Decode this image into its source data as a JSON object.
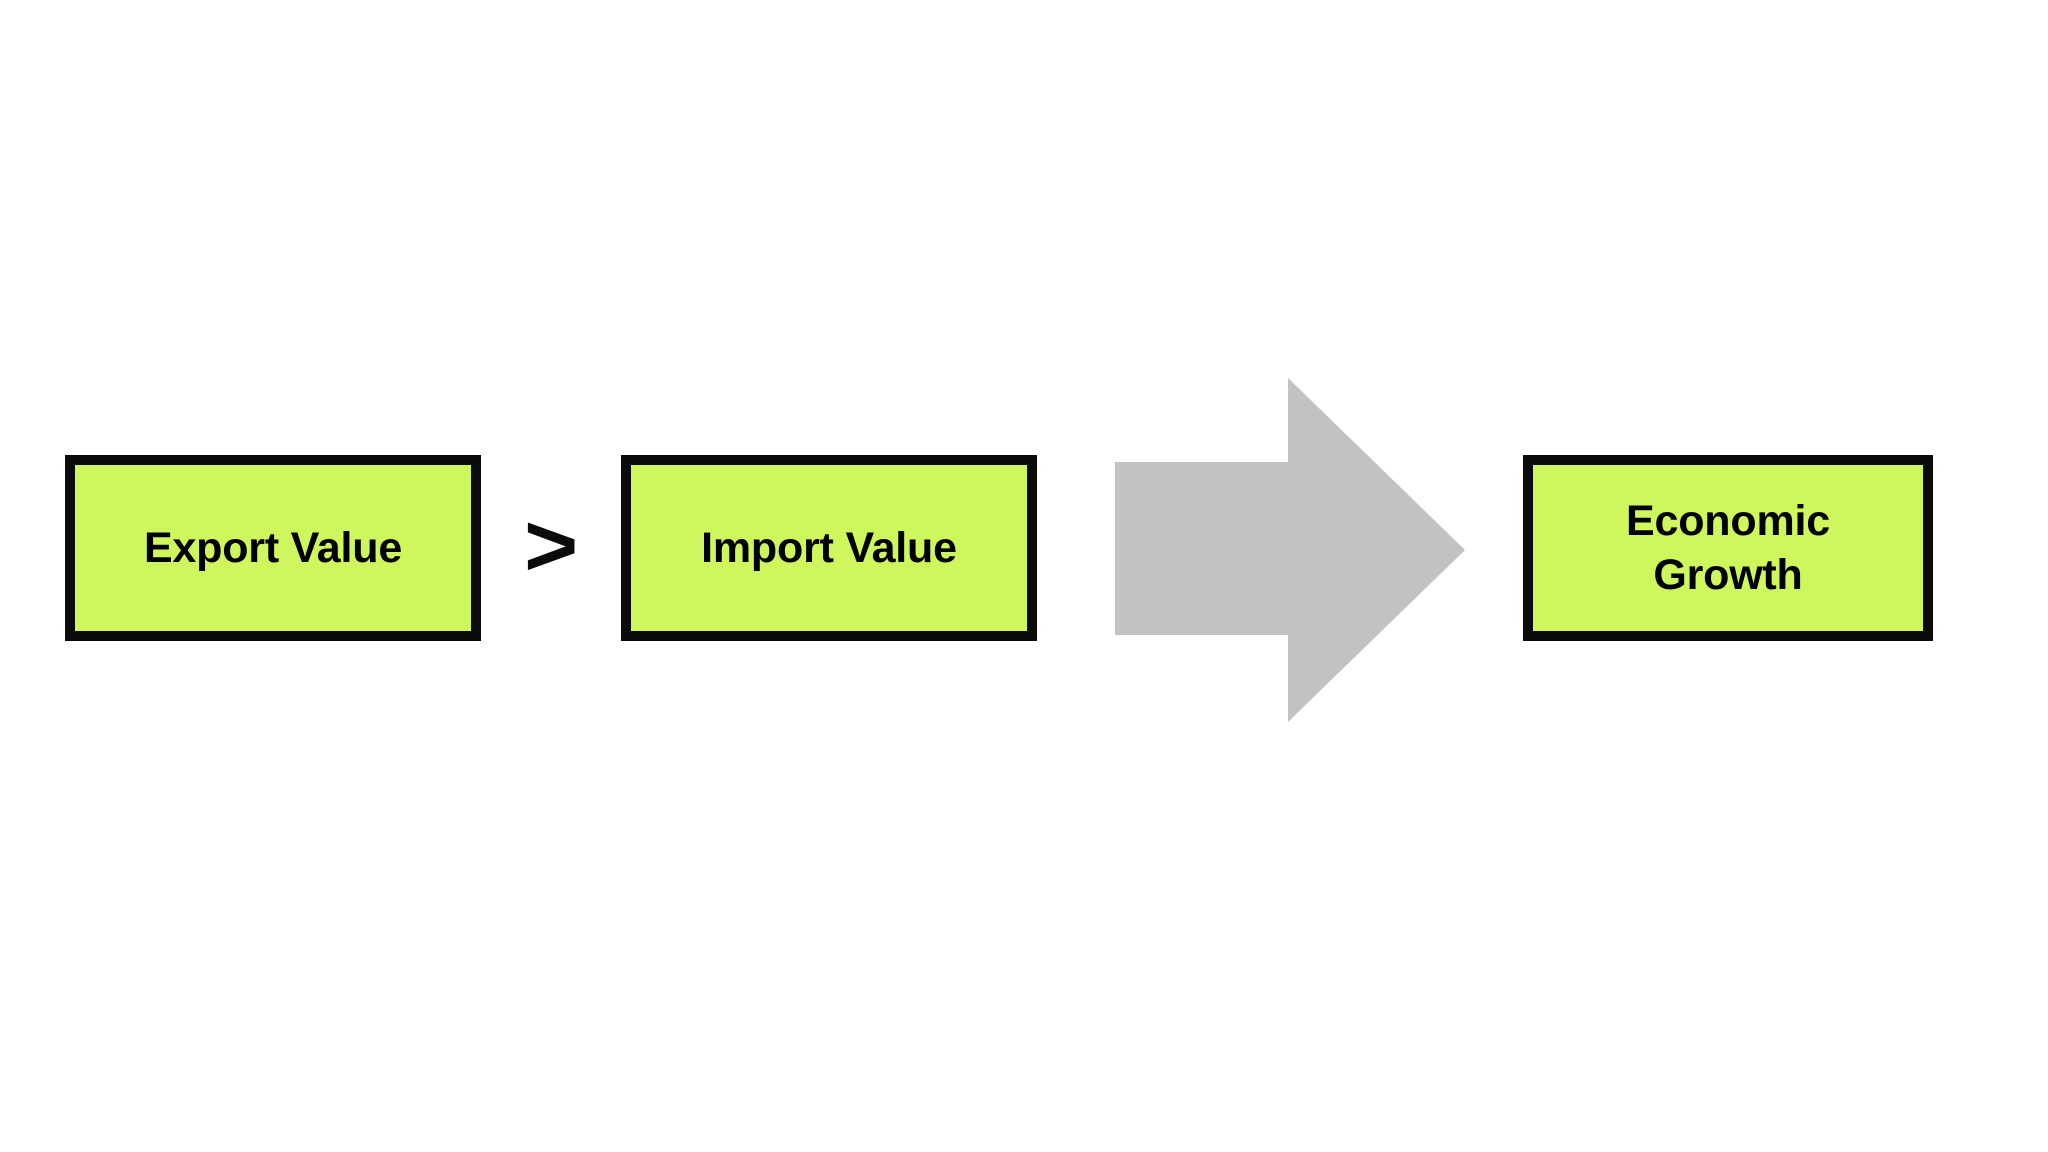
{
  "diagram": {
    "background_color": "#ffffff",
    "box_fill_color": "#cdf75c",
    "box_border_color": "#0b0b0b",
    "arrow_color": "#c2c2c2",
    "text_color": "#000000",
    "nodes": [
      {
        "id": "export-value",
        "label": "Export Value"
      },
      {
        "id": "import-value",
        "label": "Import Value"
      },
      {
        "id": "economic-growth",
        "label": "Economic\nGrowth"
      }
    ],
    "operator": {
      "id": "greater-than",
      "symbol": ">",
      "name": "greater-than-symbol"
    },
    "connector": {
      "id": "flow-arrow",
      "name": "right-block-arrow",
      "direction": "right"
    }
  }
}
